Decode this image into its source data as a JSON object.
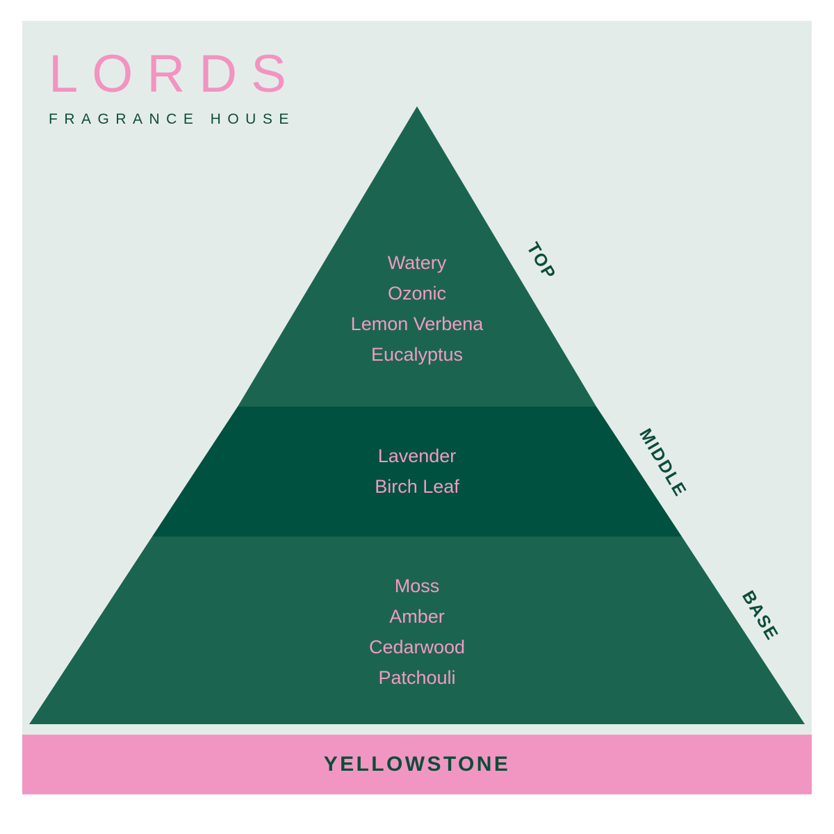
{
  "brand": {
    "name": "LORDS",
    "tagline": "FRAGRANCE HOUSE"
  },
  "colors": {
    "background": "#ffffff",
    "panel": "#e4ece9",
    "pyramid_top": "#1b6550",
    "pyramid_middle": "#00513f",
    "pyramid_base": "#1b6550",
    "accent_pink": "#f196c2",
    "note_pink": "#f29ac4",
    "dark_green": "#0d4c3a"
  },
  "pyramid": {
    "tiers": [
      {
        "id": "top",
        "side_label": "TOP",
        "notes": [
          "Watery",
          "Ozonic",
          "Lemon Verbena",
          "Eucalyptus"
        ]
      },
      {
        "id": "middle",
        "side_label": "MIDDLE",
        "notes": [
          "Lavender",
          "Birch Leaf"
        ]
      },
      {
        "id": "base",
        "side_label": "BASE",
        "notes": [
          "Moss",
          "Amber",
          "Cedarwood",
          "Patchouli"
        ]
      }
    ]
  },
  "banner": {
    "label": "YELLOWSTONE"
  }
}
